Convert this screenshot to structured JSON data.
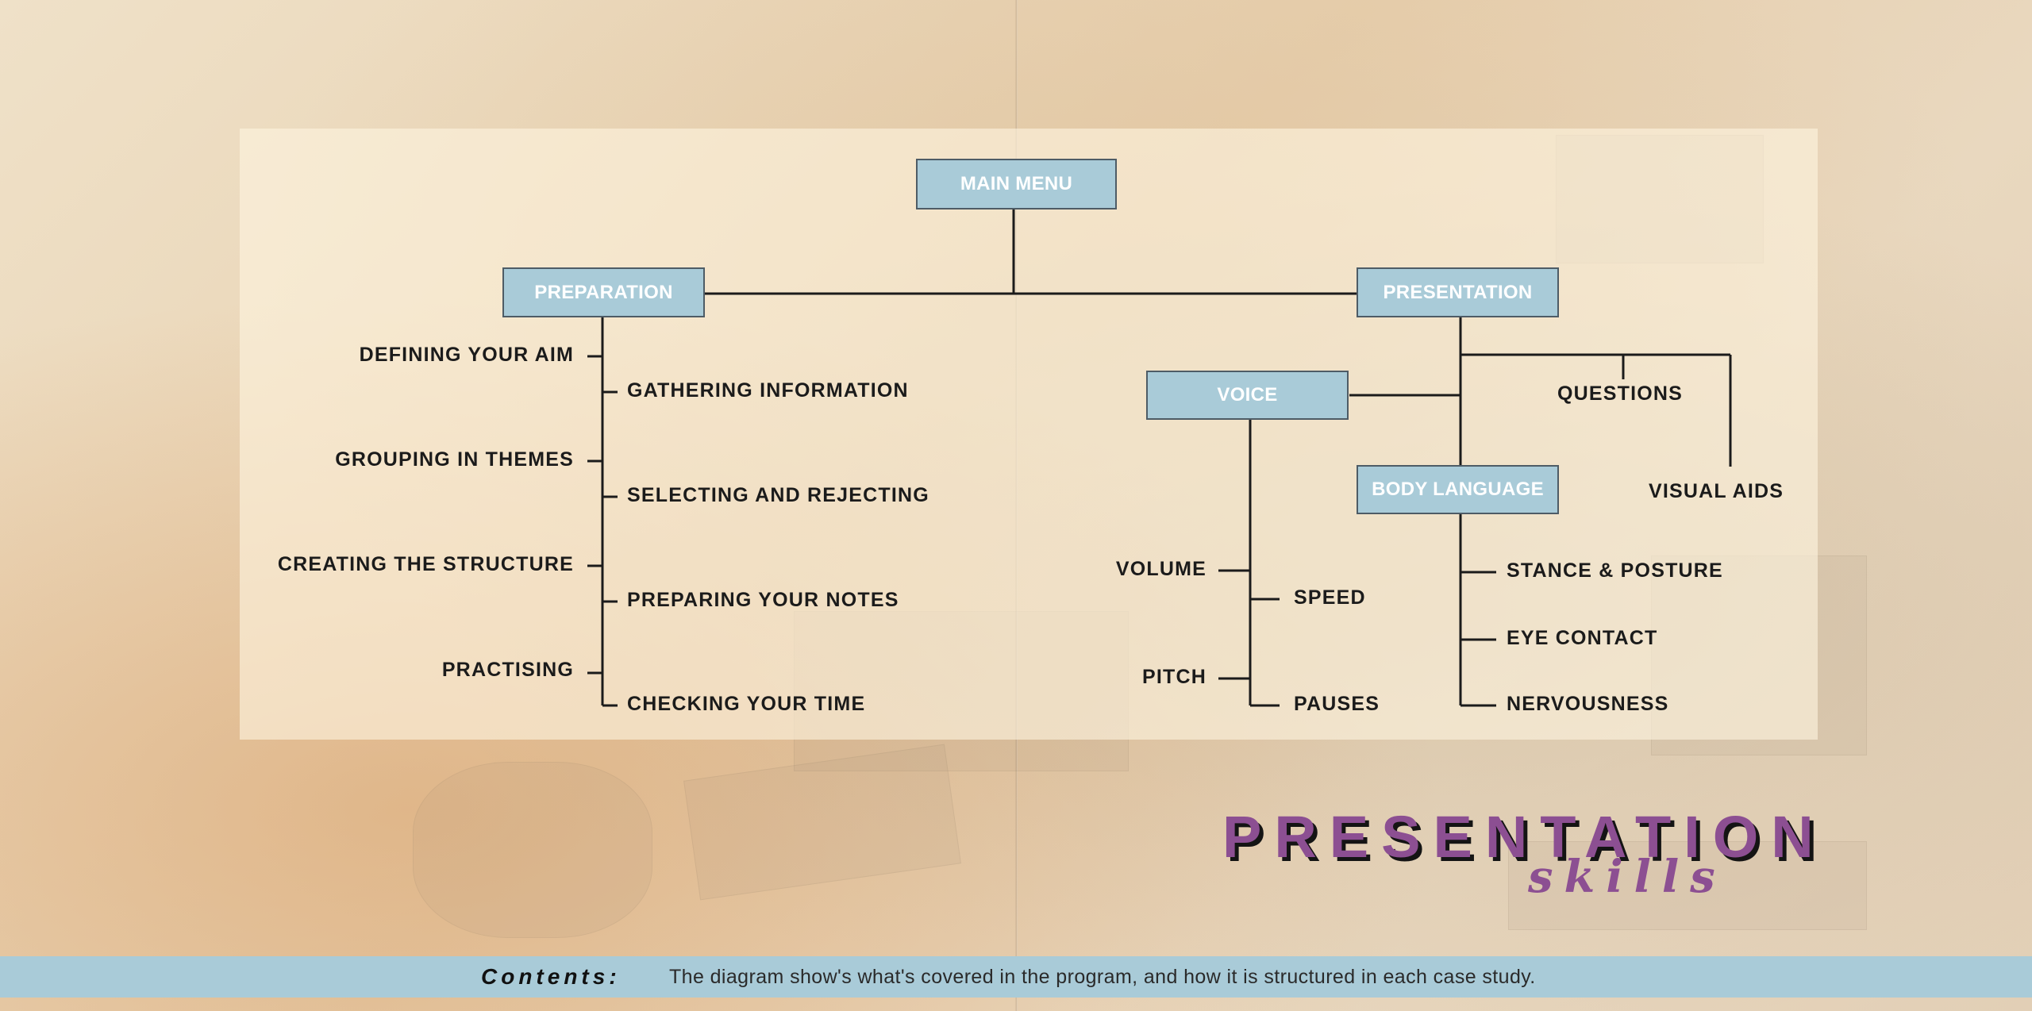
{
  "diagram": {
    "root": "MAIN MENU",
    "branches": {
      "preparation": {
        "label": "PREPARATION",
        "left_items": [
          "DEFINING YOUR AIM",
          "GROUPING IN THEMES",
          "CREATING THE STRUCTURE",
          "PRACTISING"
        ],
        "right_items": [
          "GATHERING INFORMATION",
          "SELECTING AND REJECTING",
          "PREPARING YOUR NOTES",
          "CHECKING YOUR TIME"
        ]
      },
      "presentation": {
        "label": "PRESENTATION",
        "voice": {
          "label": "VOICE",
          "left_items": [
            "VOLUME",
            "PITCH"
          ],
          "right_items": [
            "SPEED",
            "PAUSES"
          ]
        },
        "body_language": {
          "label": "BODY LANGUAGE",
          "items": [
            "STANCE & POSTURE",
            "EYE CONTACT",
            "NERVOUSNESS"
          ]
        },
        "questions": "QUESTIONS",
        "visual_aids": "VISUAL AIDS"
      }
    }
  },
  "brand": {
    "title": "PRESENTATION",
    "subtitle": "skills",
    "color": "#8c4f92"
  },
  "footer": {
    "title": "Contents:",
    "text": "The diagram show's what's covered in the program, and how it is structured in each case study.",
    "background": "#a9cbd8"
  },
  "colors": {
    "box_fill": "#a9cbd8",
    "line": "#1b1b1b"
  }
}
